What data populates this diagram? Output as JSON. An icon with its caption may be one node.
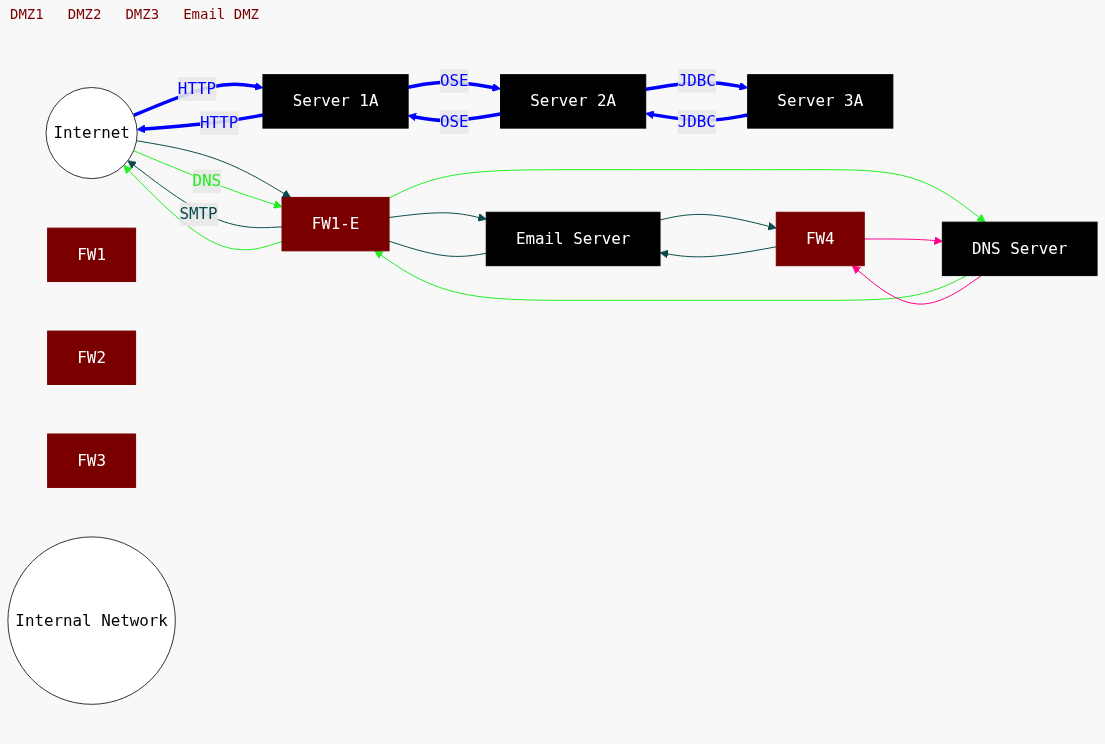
{
  "diagram": {
    "nodes": [
      {
        "text": [
          "Internet"
        ]
      },
      {
        "text": [
          "FW1"
        ]
      },
      {
        "text": [
          "Server 1A"
        ]
      },
      {
        "text": [
          "FW2"
        ]
      },
      {
        "text": [
          "Server 2A"
        ]
      },
      {
        "text": [
          "FW3"
        ]
      },
      {
        "text": [
          "Server 3A"
        ]
      },
      {
        "text": [
          "FW4"
        ]
      },
      {
        "text": [
          "Internal Network"
        ]
      },
      {
        "text": [
          "FW1-E"
        ]
      },
      {
        "text": [
          "Email Server"
        ]
      },
      {
        "text": [
          "DNS Server"
        ]
      }
    ],
    "edges": [
      {
        "from": 2,
        "to": 0,
        "arrow": "to",
        "label": "HTTP",
        "style": "thick",
        "color": "#0000ff"
      },
      {
        "from": 0,
        "to": 2,
        "arrow": "to",
        "label": "HTTP",
        "style": "thick",
        "color": "#0000ff"
      },
      {
        "from": 4,
        "to": 2,
        "arrow": "to",
        "label": "OSE",
        "style": "thick",
        "color": "#0000ff"
      },
      {
        "from": 2,
        "to": 4,
        "arrow": "to",
        "label": "OSE",
        "style": "thick",
        "color": "#0000ff"
      },
      {
        "from": 6,
        "to": 4,
        "arrow": "to",
        "label": "JDBC",
        "style": "thick",
        "color": "#0000ff"
      },
      {
        "from": 4,
        "to": 6,
        "arrow": "to",
        "label": "JDBC",
        "style": "thick",
        "color": "#0000ff"
      },
      {
        "from": 7,
        "to": 10,
        "arrow": "to",
        "color": "#0b4a4a"
      },
      {
        "from": 10,
        "to": 9,
        "arrow": "none",
        "color": "#0b4a4a"
      },
      {
        "from": 9,
        "to": 0,
        "arrow": "to",
        "label": "SMTP",
        "color": "#0b4a4a"
      },
      {
        "from": 0,
        "to": 9,
        "arrow": "to",
        "color": "#0b4a4a"
      },
      {
        "from": 9,
        "to": 10,
        "arrow": "to",
        "color": "#0b4a4a"
      },
      {
        "from": 10,
        "to": 7,
        "arrow": "to",
        "color": "#0b4a4a"
      },
      {
        "from": 0,
        "to": 9,
        "arrow": "to",
        "label": "DNS",
        "color": "#22ee22"
      },
      {
        "from": 9,
        "to": 11,
        "arrow": "to",
        "color": "#22ee22"
      },
      {
        "from": 11,
        "to": 9,
        "arrow": "to",
        "color": "#22ee22"
      },
      {
        "from": 9,
        "to": 0,
        "arrow": "to",
        "color": "#22ee22"
      },
      {
        "from": 7,
        "to": 11,
        "arrow": "to",
        "color": "#ff0088"
      },
      {
        "from": 11,
        "to": 7,
        "arrow": "to",
        "color": "#ff0088"
      }
    ],
    "labels": [
      "DMZ1",
      "DMZ2",
      "DMZ3",
      "Email DMZ"
    ]
  }
}
